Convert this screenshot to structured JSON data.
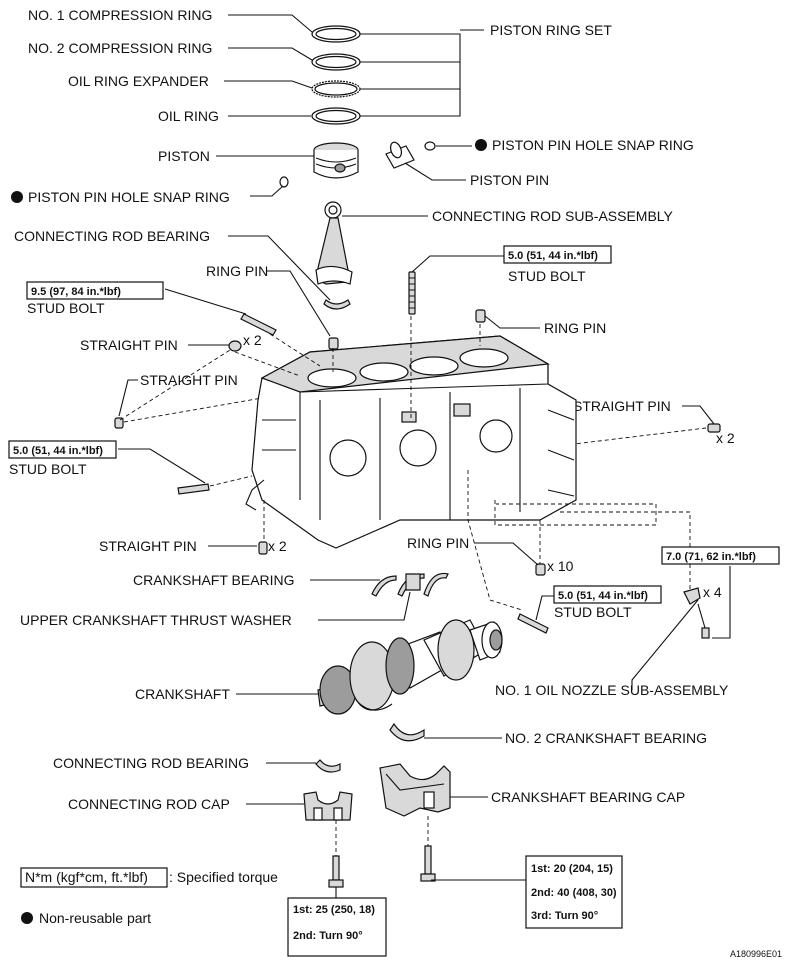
{
  "labels": {
    "no1_compression_ring": "NO. 1 COMPRESSION RING",
    "no2_compression_ring": "NO. 2 COMPRESSION RING",
    "oil_ring_expander": "OIL RING EXPANDER",
    "oil_ring": "OIL RING",
    "piston_ring_set": "PISTON RING SET",
    "piston": "PISTON",
    "snap_ring_right": "PISTON PIN HOLE SNAP RING",
    "piston_pin": "PISTON PIN",
    "snap_ring_left": "PISTON PIN HOLE SNAP RING",
    "connecting_rod_sub_assembly": "CONNECTING ROD SUB-ASSEMBLY",
    "connecting_rod_bearing_top": "CONNECTING ROD BEARING",
    "ring_pin_left": "RING PIN",
    "stud_bolt_top_right": "STUD BOLT",
    "stud_bolt_top_left": "STUD BOLT",
    "ring_pin_right": "RING PIN",
    "straight_pin_1": "STRAIGHT PIN",
    "straight_pin_2": "STRAIGHT PIN",
    "straight_pin_right": "STRAIGHT PIN",
    "stud_bolt_left": "STUD BOLT",
    "straight_pin_bottom": "STRAIGHT PIN",
    "ring_pin_lower": "RING PIN",
    "crankshaft_bearing": "CRANKSHAFT BEARING",
    "stud_bolt_lower": "STUD BOLT",
    "upper_crankshaft_thrust_washer": "UPPER CRANKSHAFT THRUST WASHER",
    "crankshaft": "CRANKSHAFT",
    "no1_oil_nozzle": "NO. 1 OIL NOZZLE SUB-ASSEMBLY",
    "connecting_rod_bearing_bottom": "CONNECTING ROD BEARING",
    "no2_crankshaft_bearing": "NO. 2 CRANKSHAFT BEARING",
    "connecting_rod_cap": "CONNECTING ROD CAP",
    "crankshaft_bearing_cap": "CRANKSHAFT BEARING CAP"
  },
  "quantities": {
    "straight_pin_1": "x 2",
    "straight_pin_right": "x 2",
    "straight_pin_bottom": "x 2",
    "ring_pin_lower": "x 10",
    "oil_nozzle": "x 4"
  },
  "torques": {
    "stud_top_right": "5.0 (51, 44 in.*lbf)",
    "stud_top_left": "9.5 (97, 84 in.*lbf)",
    "stud_left": "5.0 (51, 44 in.*lbf)",
    "stud_lower": "5.0 (51, 44 in.*lbf)",
    "oil_nozzle": "7.0 (71, 62 in.*lbf)"
  },
  "rod_cap_torque": {
    "step1": "1st: 25 (250, 18)",
    "step2": "2nd: Turn 90°"
  },
  "bearing_cap_torque": {
    "step1": "1st: 20 (204, 15)",
    "step2": "2nd: 40 (408, 30)",
    "step3": "3rd: Turn 90°"
  },
  "legend": {
    "unit": "N*m (kgf*cm, ft.*lbf)",
    "unit_desc": ": Specified torque",
    "non_reusable": "Non-reusable part"
  },
  "figure_id": "A180996E01"
}
